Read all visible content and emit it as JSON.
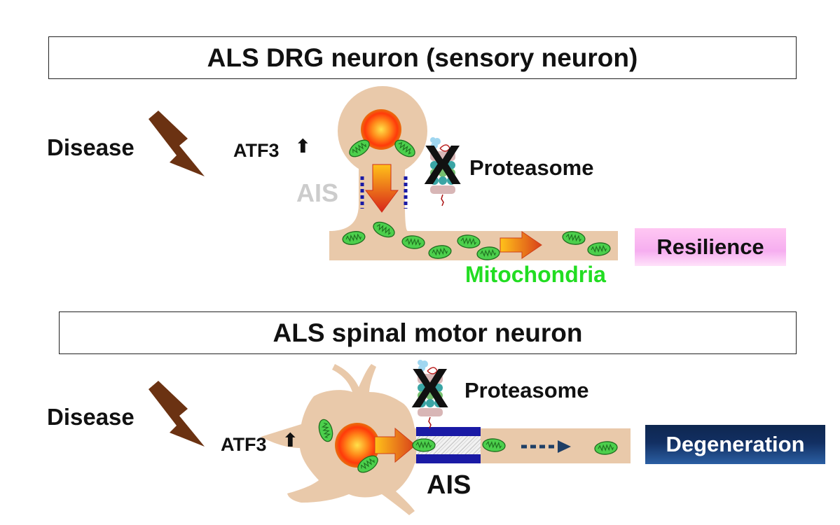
{
  "top": {
    "title": "ALS DRG neuron (sensory neuron)",
    "disease": "Disease",
    "atf3": "ATF3",
    "up_arrow": "⬆",
    "ais": "AIS",
    "proteasome": "Proteasome",
    "x_mark": "X",
    "mitochondria": "Mitochondria",
    "outcome": "Resilience"
  },
  "bottom": {
    "title": "ALS spinal motor neuron",
    "disease": "Disease",
    "atf3": "ATF3",
    "up_arrow": "⬆",
    "ais": "AIS",
    "proteasome": "Proteasome",
    "x_mark": "X",
    "outcome": "Degeneration"
  },
  "colors": {
    "cell_body": "#e9c9aa",
    "nucleus": "#ff4a0a",
    "mitochondria": "#4ccf4c",
    "lightning": "#6b3212",
    "ais_blue": "#1a1aa5",
    "mito_label": "#22dd22"
  }
}
